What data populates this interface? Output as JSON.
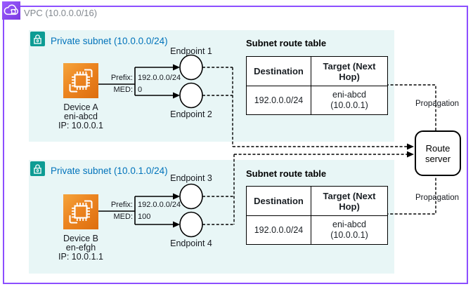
{
  "vpc": {
    "label": "VPC (10.0.0.0/16)"
  },
  "subnets": [
    {
      "label": "Private subnet (10.0.0.0/24)",
      "device": {
        "line1": "Device A",
        "line2": "eni-abcd",
        "line3": "IP: 10.0.0.1"
      },
      "advertisement": {
        "prefix_label": "Prefix:",
        "prefix_value": "192.0.0.0/24",
        "med_label": "MED:",
        "med_value": "0"
      },
      "endpoints": [
        "Endpoint 1",
        "Endpoint 2"
      ],
      "route_table": {
        "title": "Subnet route table",
        "headers": [
          "Destination",
          "Target (Next Hop)"
        ],
        "rows": [
          [
            "192.0.0.0/24",
            "eni-abcd (10.0.0.1)"
          ]
        ]
      }
    },
    {
      "label": "Private subnet (10.0.1.0/24)",
      "device": {
        "line1": "Device B",
        "line2": "en-efgh",
        "line3": "IP: 10.0.1.1"
      },
      "advertisement": {
        "prefix_label": "Prefix:",
        "prefix_value": "192.0.0.0/24",
        "med_label": "MED:",
        "med_value": "100"
      },
      "endpoints": [
        "Endpoint 3",
        "Endpoint 4"
      ],
      "route_table": {
        "title": "Subnet route table",
        "headers": [
          "Destination",
          "Target (Next Hop)"
        ],
        "rows": [
          [
            "192.0.0.0/24",
            "eni-abcd (10.0.0.1)"
          ]
        ]
      }
    }
  ],
  "route_server": {
    "label": "Route server"
  },
  "propagation": {
    "top": "Propagation",
    "bottom": "Propagation"
  },
  "colors": {
    "vpc_border": "#8C4FFF",
    "vpc_label_text": "#82888F",
    "subnet_background": "#E8F6F6",
    "subnet_label_text": "#0073BB",
    "lock_icon_background": "#0D9C94",
    "device_icon_gradient_start": "#F5A43C",
    "device_icon_gradient_end": "#DD6E0F",
    "connector": "#000000"
  }
}
